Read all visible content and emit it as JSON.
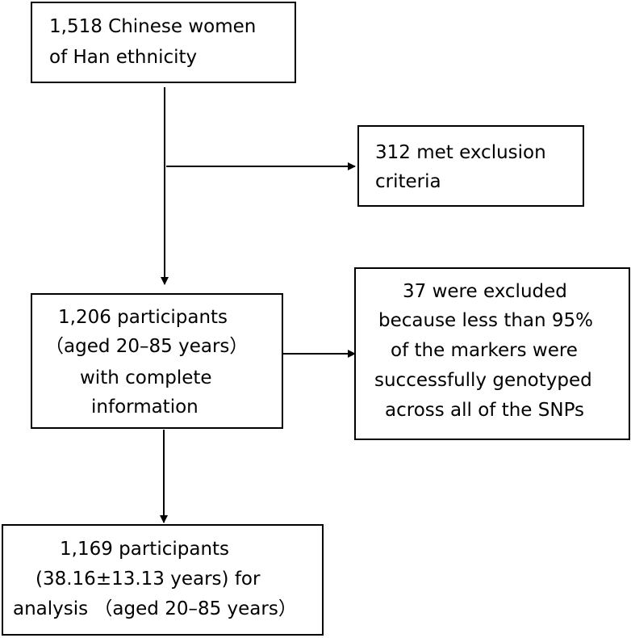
{
  "boxes": {
    "start": {
      "lines": [
        "1,518 Chinese women",
        "of Han ethnicity"
      ]
    },
    "exclusion": {
      "lines": [
        "312 met exclusion",
        "criteria"
      ]
    },
    "participants": {
      "lines": [
        "1,206 participants",
        "（aged 20–85 years）",
        "with complete",
        "information"
      ]
    },
    "genotype_excluded": {
      "lines": [
        "37 were excluded",
        "because less than 95%",
        "of the markers were",
        "successfully genotyped",
        "across all of the SNPs"
      ]
    },
    "analysis": {
      "lines": [
        "1,169 participants",
        "(38.16±13.13 years) for",
        "analysis （aged 20–85 years）"
      ]
    }
  }
}
